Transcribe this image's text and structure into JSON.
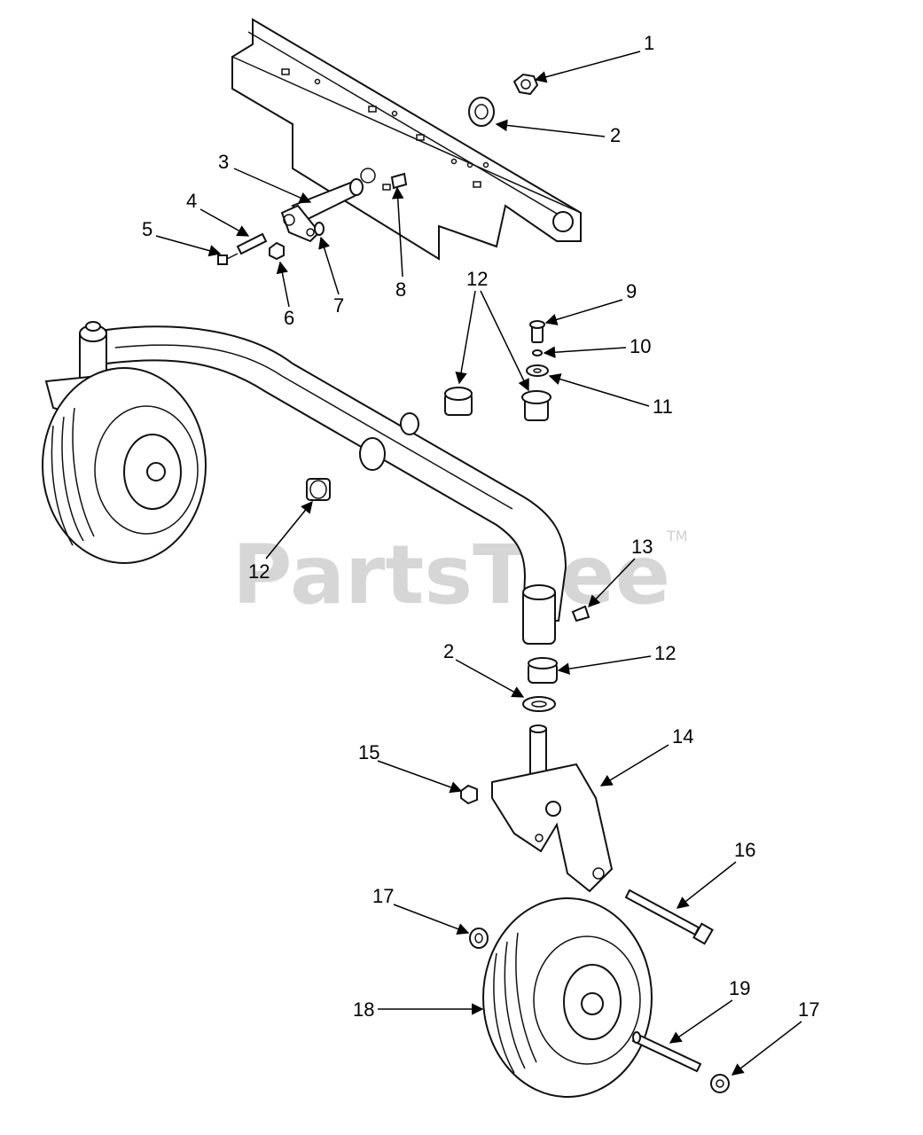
{
  "watermark": {
    "text": "PartsTree",
    "trademark": "TM"
  },
  "callouts": [
    {
      "label": "1"
    },
    {
      "label": "2"
    },
    {
      "label": "3"
    },
    {
      "label": "4"
    },
    {
      "label": "5"
    },
    {
      "label": "6"
    },
    {
      "label": "7"
    },
    {
      "label": "8"
    },
    {
      "label": "12"
    },
    {
      "label": "9"
    },
    {
      "label": "10"
    },
    {
      "label": "11"
    },
    {
      "label": "12"
    },
    {
      "label": "13"
    },
    {
      "label": "2"
    },
    {
      "label": "12"
    },
    {
      "label": "14"
    },
    {
      "label": "15"
    },
    {
      "label": "16"
    },
    {
      "label": "17"
    },
    {
      "label": "18"
    },
    {
      "label": "19"
    },
    {
      "label": "17"
    }
  ]
}
